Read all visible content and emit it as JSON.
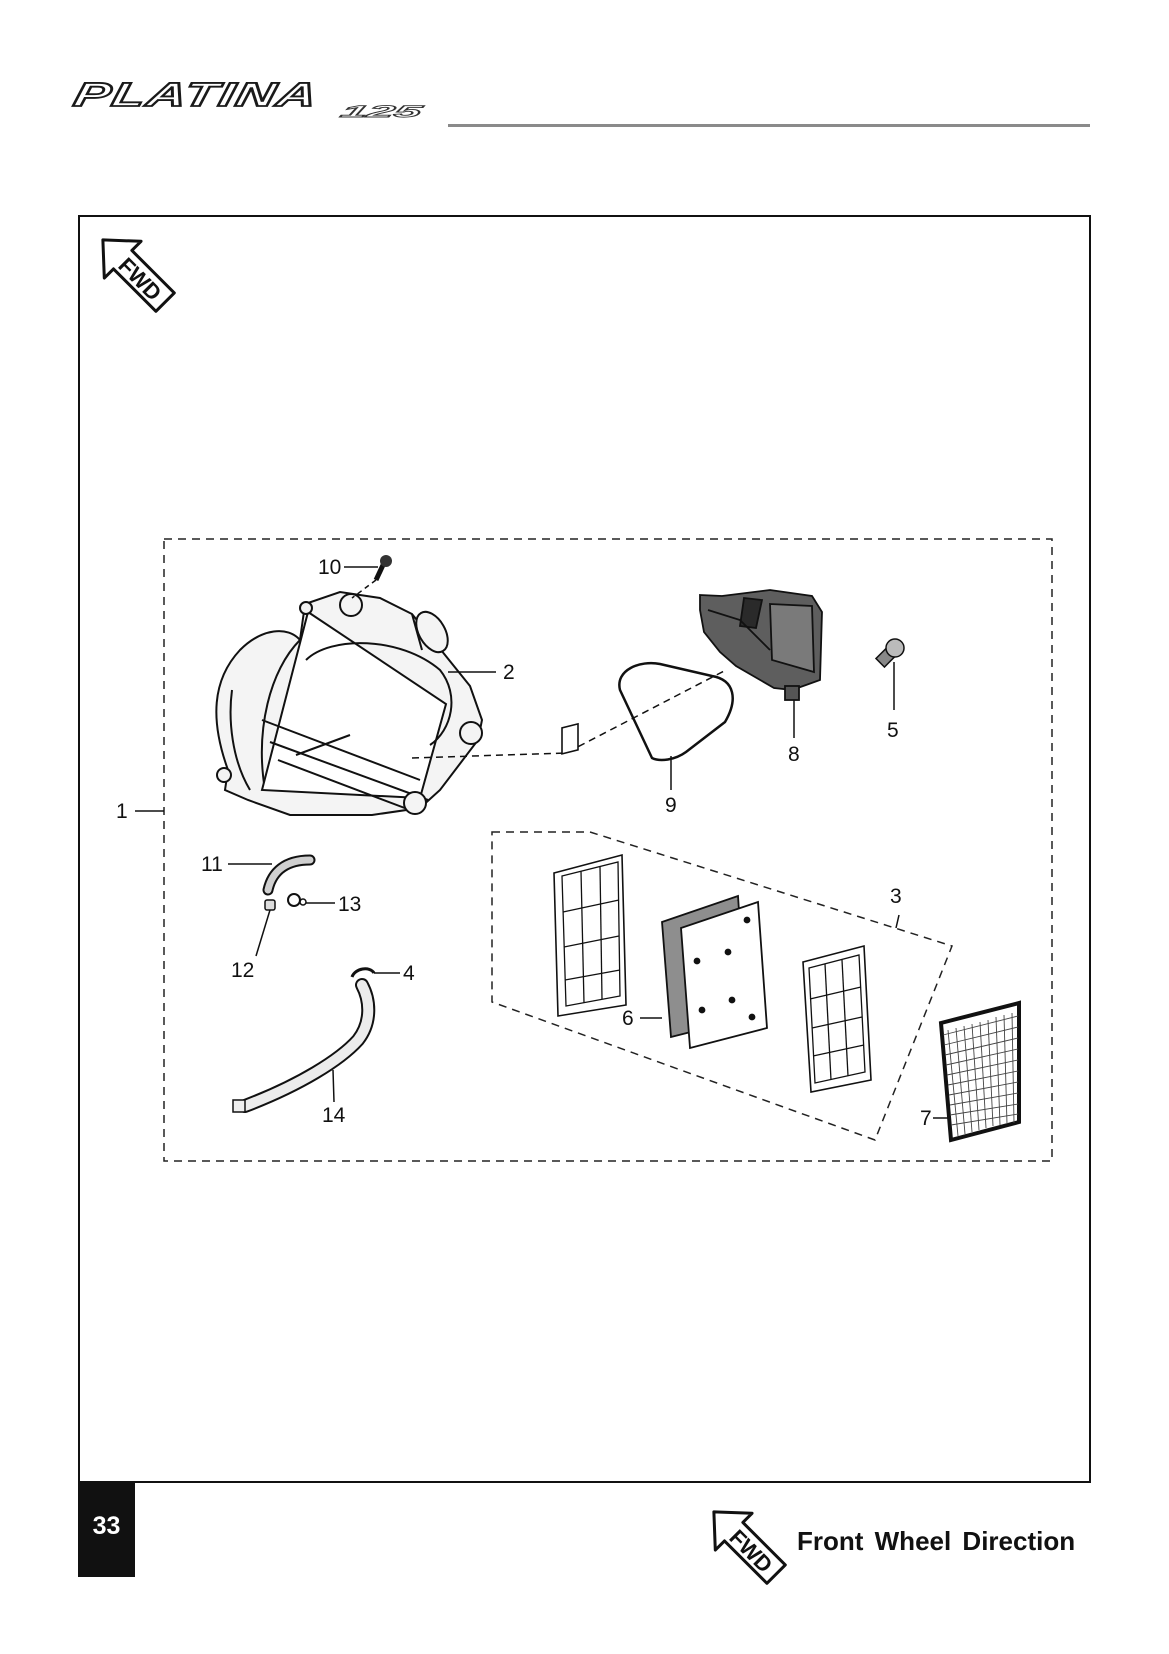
{
  "header": {
    "brand": "PLATINA",
    "model": "125"
  },
  "diagram": {
    "fwd_label": "FWD",
    "callouts": [
      "1",
      "2",
      "3",
      "4",
      "5",
      "6",
      "7",
      "8",
      "9",
      "10",
      "11",
      "12",
      "13",
      "14"
    ]
  },
  "footer": {
    "page_number": "33",
    "fwd_label": "FWD",
    "legend": "Front Wheel Direction"
  }
}
